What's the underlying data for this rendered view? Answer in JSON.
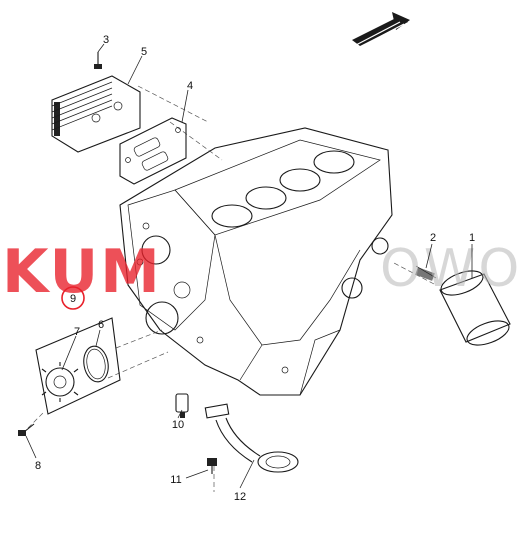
{
  "watermark": {
    "red_text": "KUM",
    "grey_text": "OWO"
  },
  "callouts": [
    {
      "id": "1",
      "label": "1"
    },
    {
      "id": "2",
      "label": "2"
    },
    {
      "id": "3",
      "label": "3"
    },
    {
      "id": "4",
      "label": "4"
    },
    {
      "id": "5",
      "label": "5"
    },
    {
      "id": "6",
      "label": "6"
    },
    {
      "id": "7",
      "label": "7"
    },
    {
      "id": "8",
      "label": "8"
    },
    {
      "id": "9",
      "label": "9"
    },
    {
      "id": "10",
      "label": "10"
    },
    {
      "id": "11",
      "label": "11"
    },
    {
      "id": "12",
      "label": "12"
    }
  ],
  "highlight": {
    "callout": "9",
    "color": "#e8202a"
  }
}
